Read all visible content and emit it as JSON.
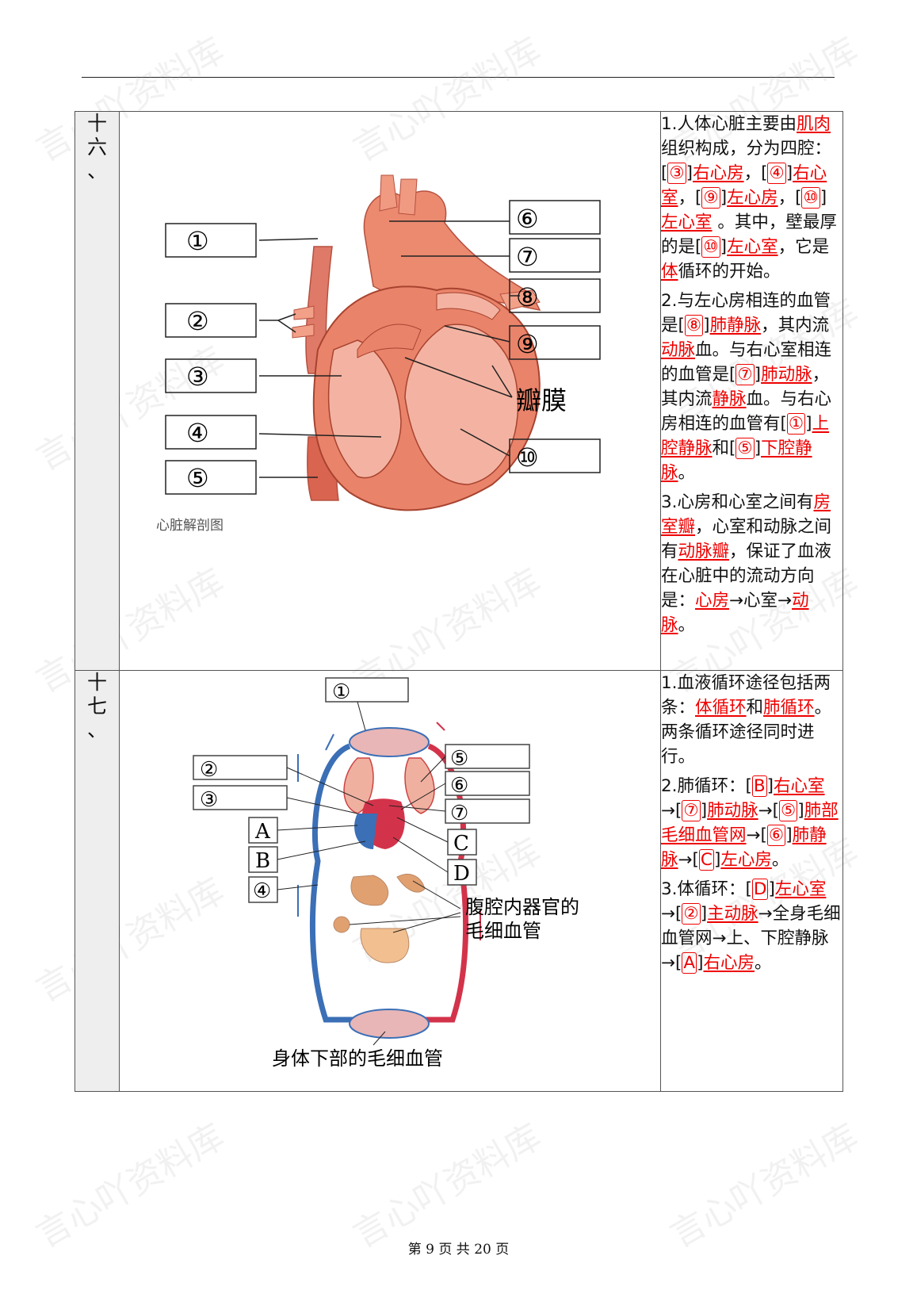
{
  "watermark": "言心吖资料库",
  "row16": {
    "number": [
      "十",
      "六",
      "、"
    ],
    "figure_caption": "心脏解剖图",
    "labels_left": [
      "①",
      "②",
      "③",
      "④",
      "⑤"
    ],
    "labels_right": [
      "⑥",
      "⑦",
      "⑧",
      "⑨",
      "⑩"
    ],
    "valve_label": "瓣膜",
    "text": {
      "p1": {
        "t1": "1.人体心脏主要由",
        "a1": "肌肉",
        "t2": "组织构成，分为四腔：[",
        "a2": "③",
        "t3": "]",
        "a3": "右心房",
        "t4": "，[",
        "a4": "④",
        "t5": "]",
        "a5": "右心室",
        "t6": "，[",
        "a6": "⑨",
        "t7": "]",
        "a7": "左心房",
        "t8": "，[",
        "a8": "⑩",
        "t9": "]",
        "a9": "左心室",
        "t10": " 。其中，壁最厚的是[",
        "a10": "⑩",
        "t11": "]",
        "a11": "左心室",
        "t12": "，它是",
        "a12": "体",
        "t13": "循环的开始。"
      },
      "p2": {
        "t1": "2.与左心房相连的血管是[",
        "a1": "⑧",
        "t2": "]",
        "a2": "肺静脉",
        "t3": "，其内流",
        "a3": "动脉",
        "t4": "血。与右心室相连的血管是[",
        "a4": "⑦",
        "t5": "]",
        "a5": "肺动脉",
        "t6": "，其内流",
        "a6": "静脉",
        "t7": "血。与右心房相连的血管有[",
        "a7": "①",
        "t8": "]",
        "a8": "上腔静脉",
        "t9": "和[",
        "a9": "⑤",
        "t10": "]",
        "a10": "下腔静脉",
        "t11": "。"
      },
      "p3": {
        "t1": "3.心房和心室之间有",
        "a1": "房室瓣",
        "t2": "，心室和动脉之间有",
        "a2": "动脉瓣",
        "t3": "，保证了血液在心脏中的流动方向是：",
        "a3": "心房",
        "t4": "→心室→",
        "a4": "动脉",
        "t5": "。"
      }
    }
  },
  "row17": {
    "number": [
      "十",
      "七",
      "、"
    ],
    "labels": [
      "①",
      "②",
      "③",
      "A",
      "B",
      "④",
      "⑤",
      "⑥",
      "⑦",
      "C",
      "D"
    ],
    "abdominal_label": [
      "腹腔内器官的",
      "毛细血管"
    ],
    "lower_label": "身体下部的毛细血管",
    "text": {
      "p1": {
        "t1": "1.血液循环途径包括两条：",
        "a1": "体循环",
        "t2": "和",
        "a2": "肺循环",
        "t3": "。两条循环途径同时进行。"
      },
      "p2": {
        "t1": "2.肺循环：[",
        "a1": "B",
        "t2": "]",
        "a2": "右心室",
        "t3": "→[",
        "a3": "⑦",
        "t4": "]",
        "a4": "肺动脉",
        "t5": "→[",
        "a5": "⑤",
        "t6": "]",
        "a6": "肺部毛细血管网",
        "t7": "→[",
        "a7": "⑥",
        "t8": "]",
        "a8": "肺静脉",
        "t9": "→[",
        "a9": "C",
        "t10": "]",
        "a10": "左心房",
        "t11": "。"
      },
      "p3": {
        "t1": "3.体循环：[",
        "a1": "D",
        "t2": "]",
        "a2": "左心室",
        "t3": "→[",
        "a3": "②",
        "t4": "]",
        "a4": "主动脉",
        "t5": "→全身毛细血管网→上、下腔静脉→[",
        "a5": "A",
        "t6": "]",
        "a6": "右心房",
        "t7": "。"
      }
    }
  },
  "footer": "第 9 页 共 20 页",
  "colors": {
    "answer": "#e00000",
    "heart": "#e8826a",
    "vein": "#3b6fb6",
    "artery": "#d3334a"
  }
}
